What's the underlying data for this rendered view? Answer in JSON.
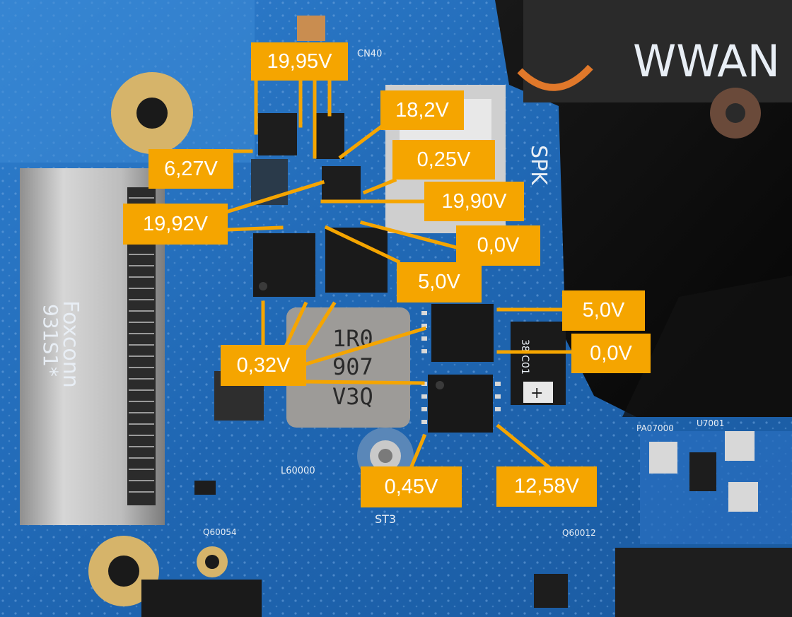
{
  "photo": {
    "description_colors": {
      "pcb": "#1b5fa6",
      "label_bg": "#f5a500",
      "label_text": "#ffffff",
      "leader": "#f5a500"
    },
    "silkscreen": {
      "wwan": "WWAN",
      "spk": "SPK",
      "inductor": [
        "1R0",
        "907",
        "V3Q"
      ],
      "connector_brand": "Foxconn",
      "connector_code": "931S1*",
      "l_ref": "L60000",
      "st_ref": "ST3",
      "q_ref": "Q60012",
      "q2_ref": "Q60054",
      "pa_ref": "PA07000",
      "u_ref": "U7001",
      "cn_ref": "CN40",
      "cap_mark": "38 C01"
    }
  },
  "labels": [
    {
      "id": "v1",
      "text": "19,95V"
    },
    {
      "id": "v2",
      "text": "18,2V"
    },
    {
      "id": "v3",
      "text": "6,27V"
    },
    {
      "id": "v4",
      "text": "0,25V"
    },
    {
      "id": "v5",
      "text": "19,90V"
    },
    {
      "id": "v6",
      "text": "19,92V"
    },
    {
      "id": "v7",
      "text": "0,0V"
    },
    {
      "id": "v8",
      "text": "5,0V"
    },
    {
      "id": "v9",
      "text": "5,0V"
    },
    {
      "id": "v10",
      "text": "0,0V"
    },
    {
      "id": "v11",
      "text": "0,32V"
    },
    {
      "id": "v12",
      "text": "0,45V"
    },
    {
      "id": "v13",
      "text": "12,58V"
    }
  ]
}
